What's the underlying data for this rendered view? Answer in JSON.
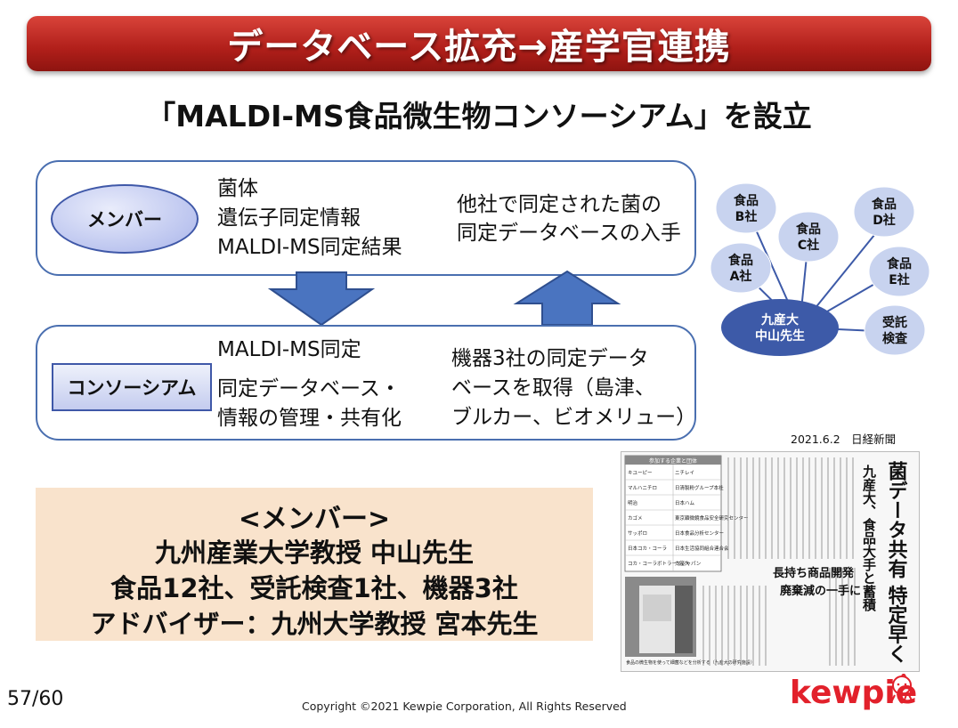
{
  "banner": {
    "title": "データベース拡充→産学官連携"
  },
  "subtitle": "「MALDI-MS食品微生物コンソーシアム」を設立",
  "members_box": {
    "label": "メンバー",
    "items": [
      "菌体",
      "遺伝子同定情報",
      "MALDI-MS同定結果"
    ],
    "benefit_lines": [
      "他社で同定された菌の",
      "同定データベースの入手"
    ]
  },
  "consortium_box": {
    "label": "コンソーシアム",
    "line1": "MALDI-MS同定",
    "lines": [
      "同定データベース・",
      "情報の管理・共有化"
    ],
    "right_lines": [
      "機器3社の同定データ",
      "ベースを取得（島津、",
      "ブルカー、ビオメリュー）"
    ]
  },
  "network": {
    "center_lines": [
      "九産大",
      "中山先生"
    ],
    "nodes": [
      [
        "食品",
        "B社"
      ],
      [
        "食品",
        "C社"
      ],
      [
        "食品",
        "D社"
      ],
      [
        "食品",
        "A社"
      ],
      [
        "食品",
        "E社"
      ],
      [
        "受託",
        "検査"
      ]
    ]
  },
  "source_note": "2021.6.2　日経新聞",
  "member_list": {
    "heading": "<メンバー>",
    "lines": [
      "九州産業大学教授 中山先生",
      "食品12社、受託検査1社、機器3社",
      "アドバイザー：九州大学教授 宮本先生"
    ]
  },
  "newspaper": {
    "headline": "菌データ共有 特定早く",
    "subhead": "九産大、食品大手と蓄積",
    "side_headline_1": "長持ち商品開発",
    "side_headline_2": "廃棄減の一手に",
    "table_title": "参加する企業と団体",
    "table_rows": [
      [
        "キユーピー",
        "ニチレイ"
      ],
      [
        "マルハニチロ",
        "日清製粉グループ本社"
      ],
      [
        "明治",
        "日本ハム"
      ],
      [
        "カゴメ",
        "東京顕微鏡食品安全研究センター"
      ],
      [
        "サッポロ",
        "日本食品分析センター"
      ],
      [
        "日本コカ・コーラ",
        "日本生活協同組合連合会"
      ],
      [
        "コカ・コーラボトラーズジャパン",
        "九産大"
      ]
    ],
    "photo_caption": "食品の微生物を使って細菌などを分析する（九産大の研究施設）"
  },
  "footer": {
    "page": "57/60",
    "copyright": "Copyright ©2021 Kewpie Corporation, All Rights Reserved",
    "logo": "kewpie"
  },
  "colors": {
    "banner_red": "#b01f1a",
    "box_border": "#4a6fb0",
    "arrow_blue": "#4a74c0",
    "network_node": "#c8d3ef",
    "network_center": "#3d5aa8",
    "member_bg": "#f9e3cc",
    "logo_red": "#e2212b"
  }
}
